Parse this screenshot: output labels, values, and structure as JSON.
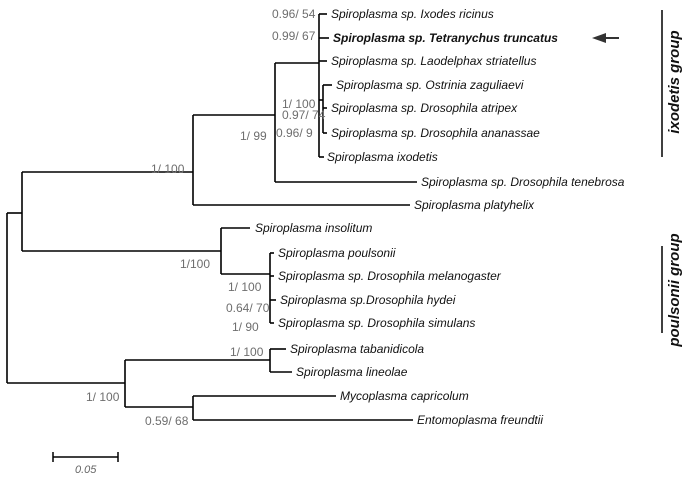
{
  "taxa": {
    "t1": "Spiroplasma sp. Ixodes ricinus",
    "t2": "Spiroplasma sp. Tetranychus truncatus",
    "t3": "Spiroplasma sp. Laodelphax striatellus",
    "t4": "Spiroplasma sp. Ostrinia zaguliaevi",
    "t5": "Spiroplasma sp. Drosophila atripex",
    "t6": "Spiroplasma sp. Drosophila ananassae",
    "t7": "Spiroplasma ixodetis",
    "t8": "Spiroplasma sp. Drosophila tenebrosa",
    "t9": "Spiroplasma platyhelix",
    "t10": "Spiroplasma insolitum",
    "t11": "Spiroplasma poulsonii",
    "t12": "Spiroplasma sp. Drosophila melanogaster",
    "t13": "Spiroplasma sp.Drosophila hydei",
    "t14": "Spiroplasma sp. Drosophila simulans",
    "t15": "Spiroplasma tabanidicola",
    "t16": "Spiroplasma lineolae",
    "t17": "Mycoplasma capricolum",
    "t18": "Entomoplasma freundtii"
  },
  "supports": {
    "s1": "0.96/ 54",
    "s2": "0.99/ 67",
    "s3": "1/ 100",
    "s4": "0.97/ 74",
    "s5": "0.96/ 9",
    "s6": "1/ 99",
    "s7": "1/ 100",
    "s8": "1/100",
    "s9": "1/ 100",
    "s10": "0.64/ 70",
    "s11": "1/ 90",
    "s12": "1/ 100",
    "s13": "1/ 100",
    "s14": "0.59/ 68"
  },
  "groups": {
    "ixodetis": "ixodetis group",
    "poulsonii": "poulsonii group"
  },
  "scale": {
    "label": "0.05"
  },
  "colors": {
    "support_text": "#6e6e6e",
    "branch": "#000000"
  },
  "highlight": {
    "taxon": "Spiroplasma sp. Tetranychus truncatus",
    "marker": "arrow"
  }
}
